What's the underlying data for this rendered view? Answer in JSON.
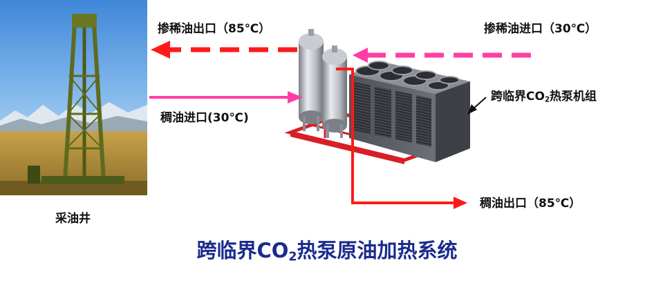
{
  "colors": {
    "hot_pipe": "#ff1a1a",
    "dilute_pipe": "#ff3ea5",
    "title": "#1a2a8c",
    "frame": "#d81f26"
  },
  "labels": {
    "dilute_oil_outlet": "掺稀油出口（85℃）",
    "dilute_oil_inlet": "掺稀油进口（30℃）",
    "heavy_oil_inlet": "稠油进口(30℃)",
    "heavy_oil_outlet": "稠油出口（85℃）",
    "heat_pump_prefix": "跨临界CO",
    "heat_pump_sub": "2",
    "heat_pump_suffix": "热泵机组",
    "oil_well": "采油井"
  },
  "title": {
    "prefix": "跨临界CO",
    "sub": "2",
    "suffix": "热泵原油加热系统"
  },
  "icons": [
    "oil-well-photo",
    "pressure-tank",
    "heat-pump-unit",
    "flow-arrow"
  ]
}
